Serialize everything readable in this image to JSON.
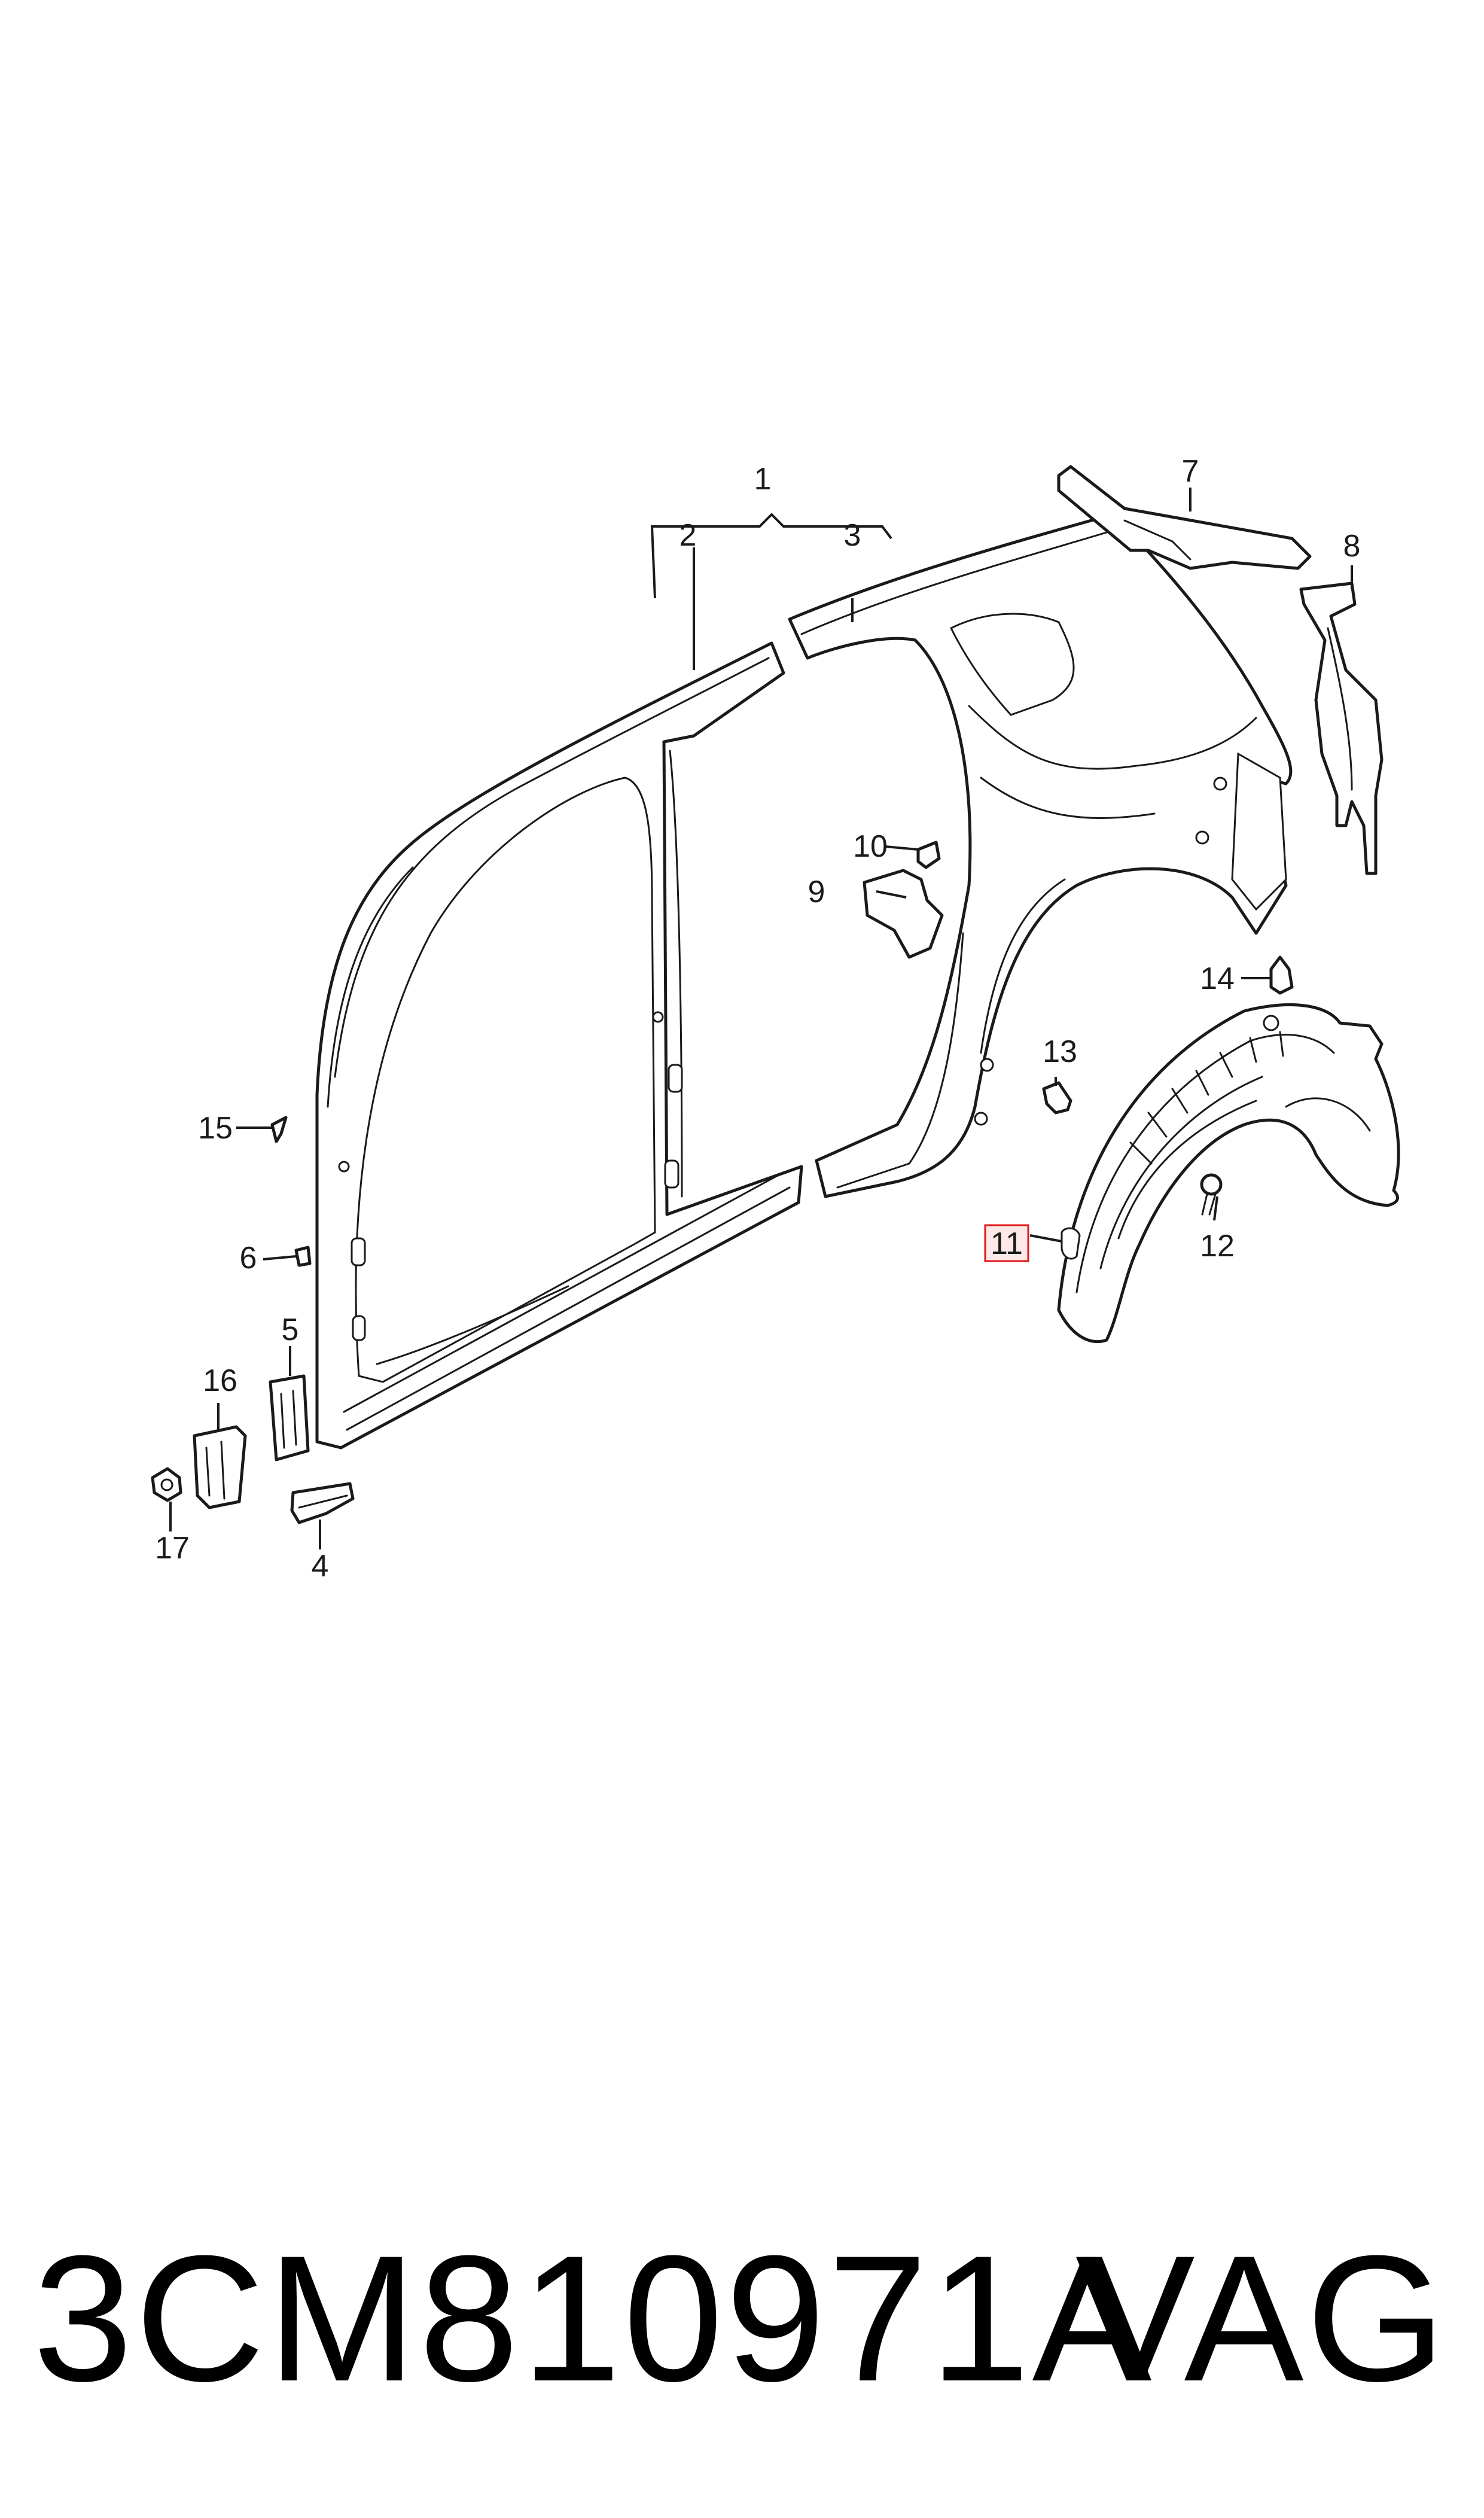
{
  "diagram": {
    "callouts": {
      "c1": "1",
      "c2": "2",
      "c3": "3",
      "c4": "4",
      "c5": "5",
      "c6": "6",
      "c7": "7",
      "c8": "8",
      "c9": "9",
      "c10": "10",
      "c11": "11",
      "c12": "12",
      "c13": "13",
      "c14": "14",
      "c15": "15",
      "c16": "16",
      "c17": "17"
    },
    "highlighted_callout": "11",
    "highlight_color": "#e0191b",
    "line_color": "#1a1a1a"
  },
  "footer": {
    "part_number": "3CM810971A",
    "brand": "VAG"
  }
}
